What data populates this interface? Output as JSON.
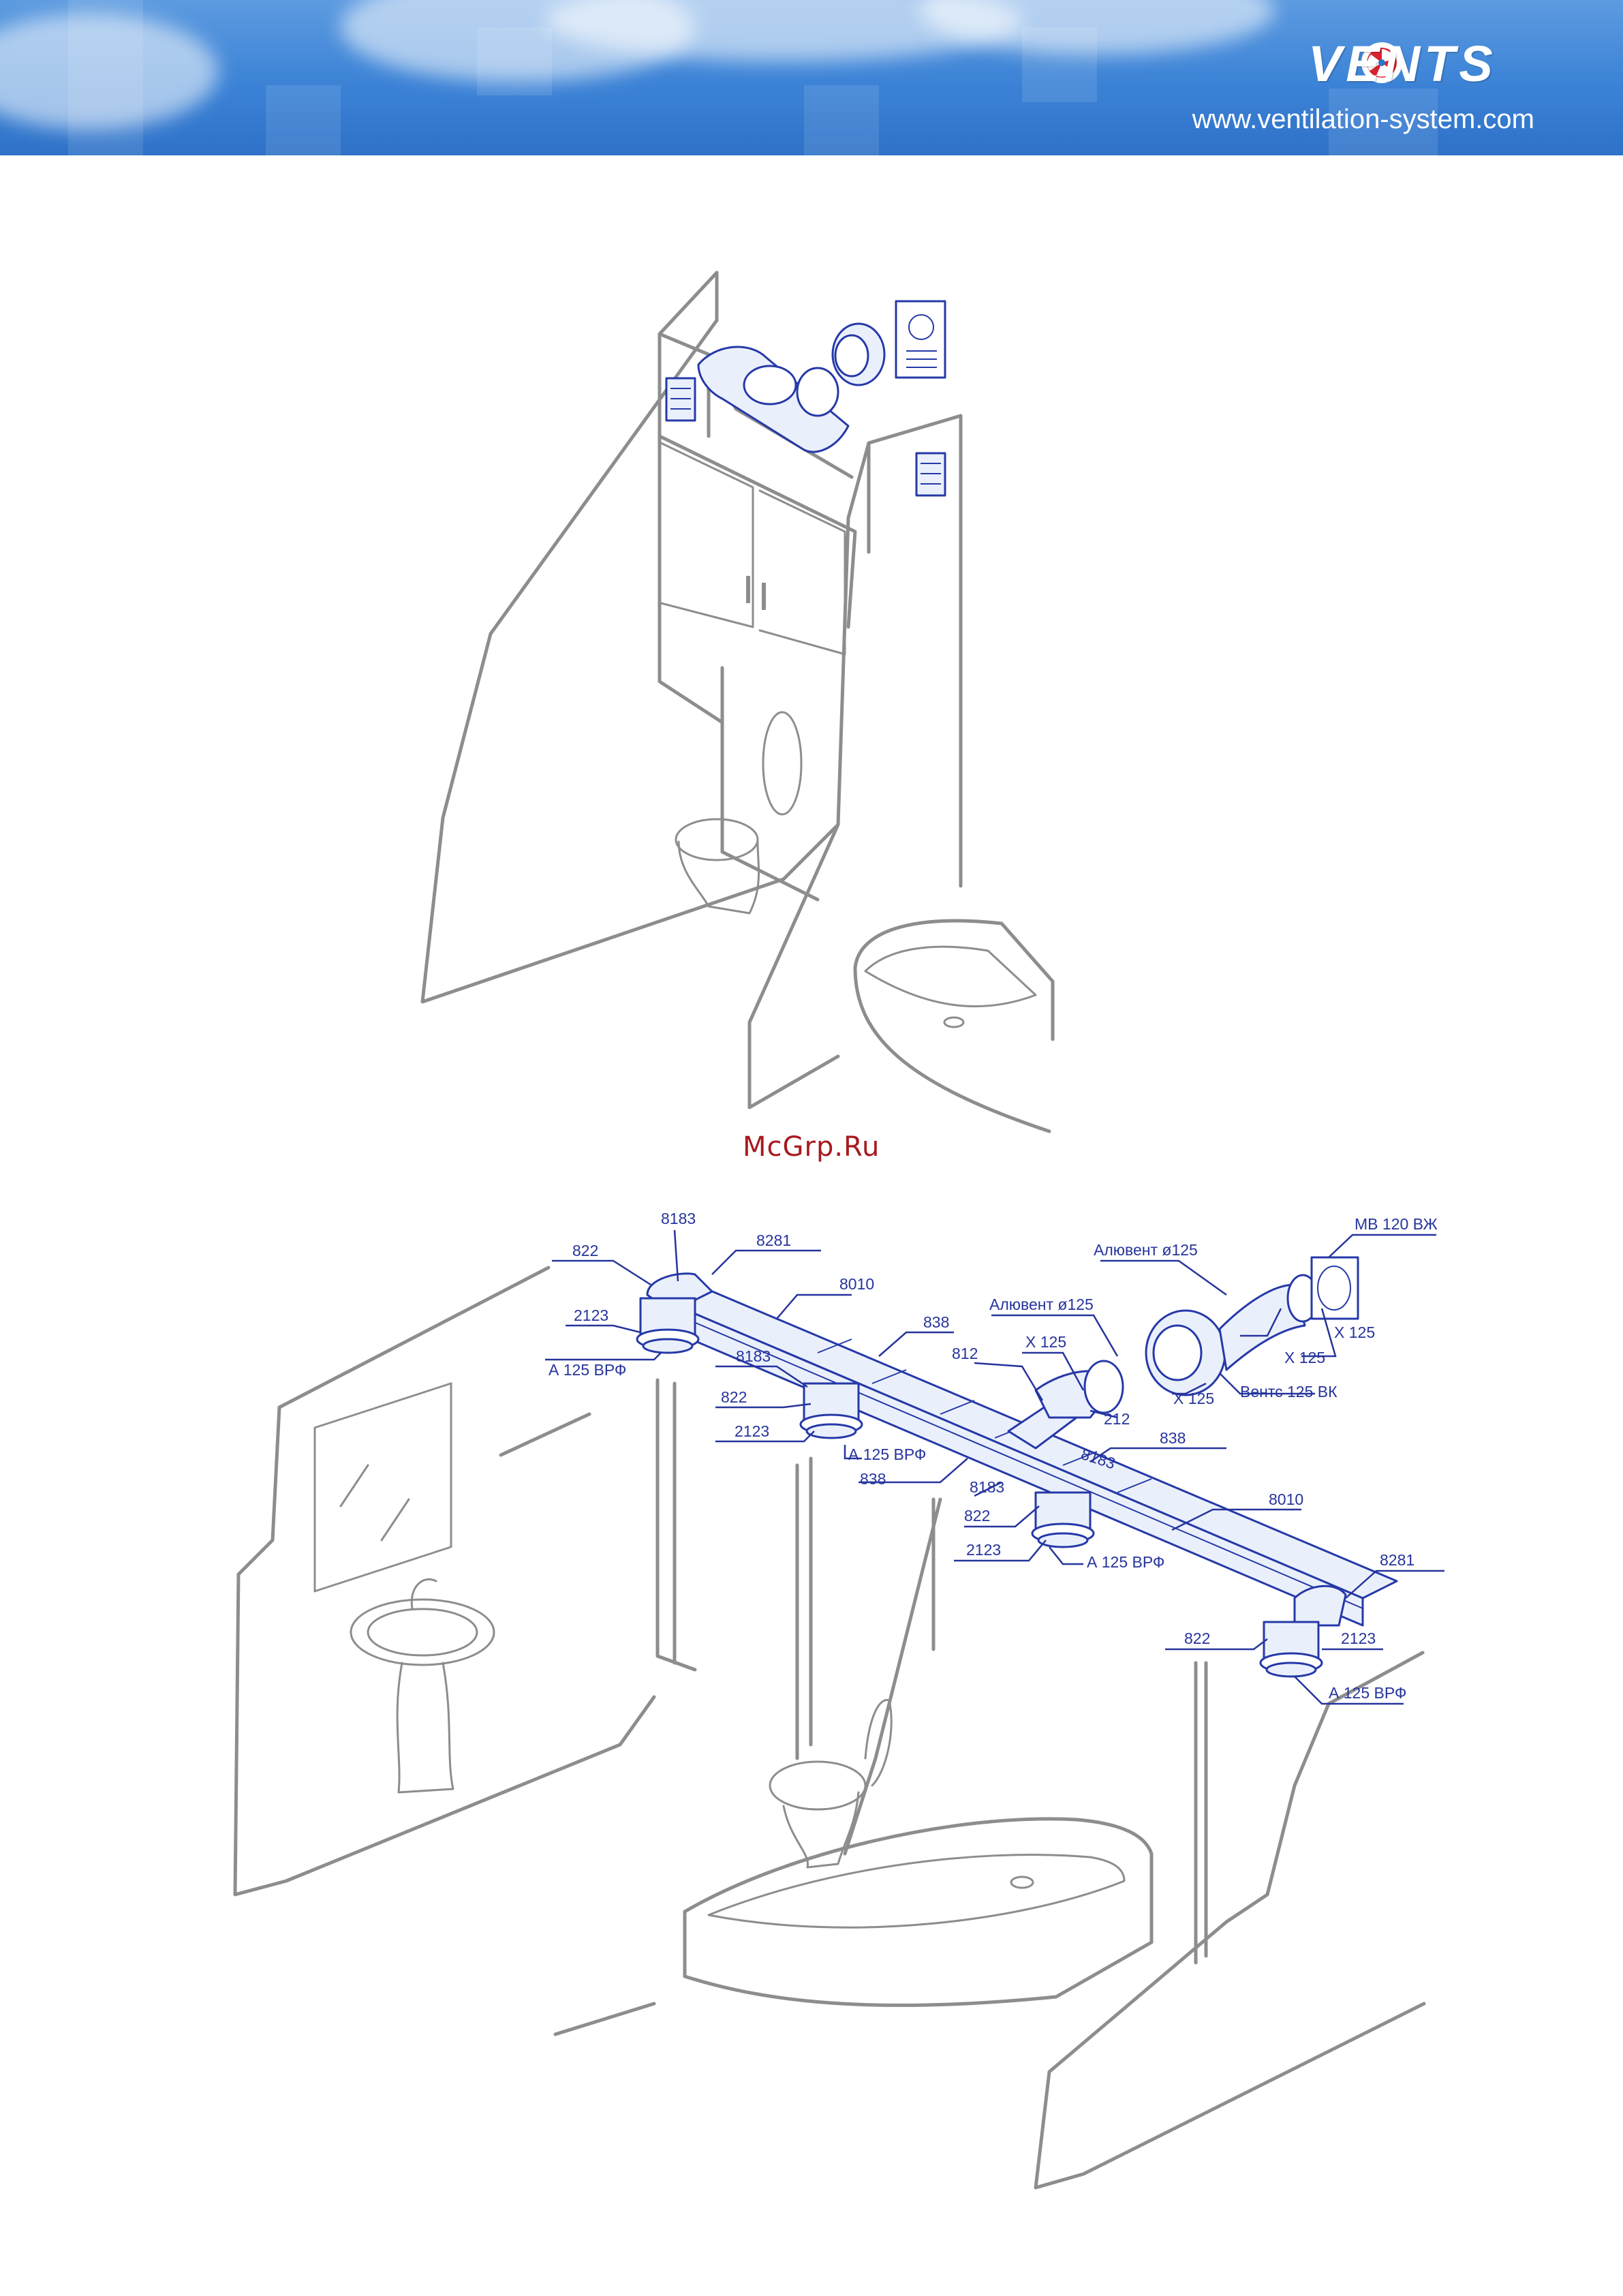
{
  "header": {
    "brand": "VENTS",
    "website": "www.ventilation-system.com"
  },
  "watermark": "McGrp.Ru",
  "colors": {
    "header_blue": "#3b82d6",
    "duct_blue": "#2639a8",
    "label_blue": "#26349c",
    "room_gray": "#8d8d8d",
    "watermark_red": "#a8191d"
  },
  "diagram2_labels": {
    "l8183_top": "8183",
    "l822_a": "822",
    "l8281_a": "8281",
    "l8010_a": "8010",
    "l2123_a": "2123",
    "l_a125_a": "А 125 ВРФ",
    "l838_a": "838",
    "l8183_b": "8183",
    "l822_b": "822",
    "l812": "812",
    "l2123_b": "2123",
    "l_a125_b": "А 125 ВРФ",
    "l838_b": "838",
    "l8183_c": "8183",
    "l8183_d": "8183",
    "l838_c": "838",
    "l822_c": "822",
    "l2123_c": "2123",
    "l_a125_c": "А 125 ВРФ",
    "l8010_b": "8010",
    "l8281_b": "8281",
    "l822_d": "822",
    "l2123_d": "2123",
    "l_a125_d": "А 125 ВРФ",
    "l_aluvent_a": "Алювент ø125",
    "l_aluvent_b": "Алювент ø125",
    "l_x125_a": "Х 125",
    "l_x125_b": "Х 125",
    "l_x125_c": "Х 125",
    "l_x125_d": "Х 125",
    "l212": "212",
    "l_vents125": "Вентс 125 ВК",
    "l_mb120": "МВ 120 ВЖ"
  }
}
